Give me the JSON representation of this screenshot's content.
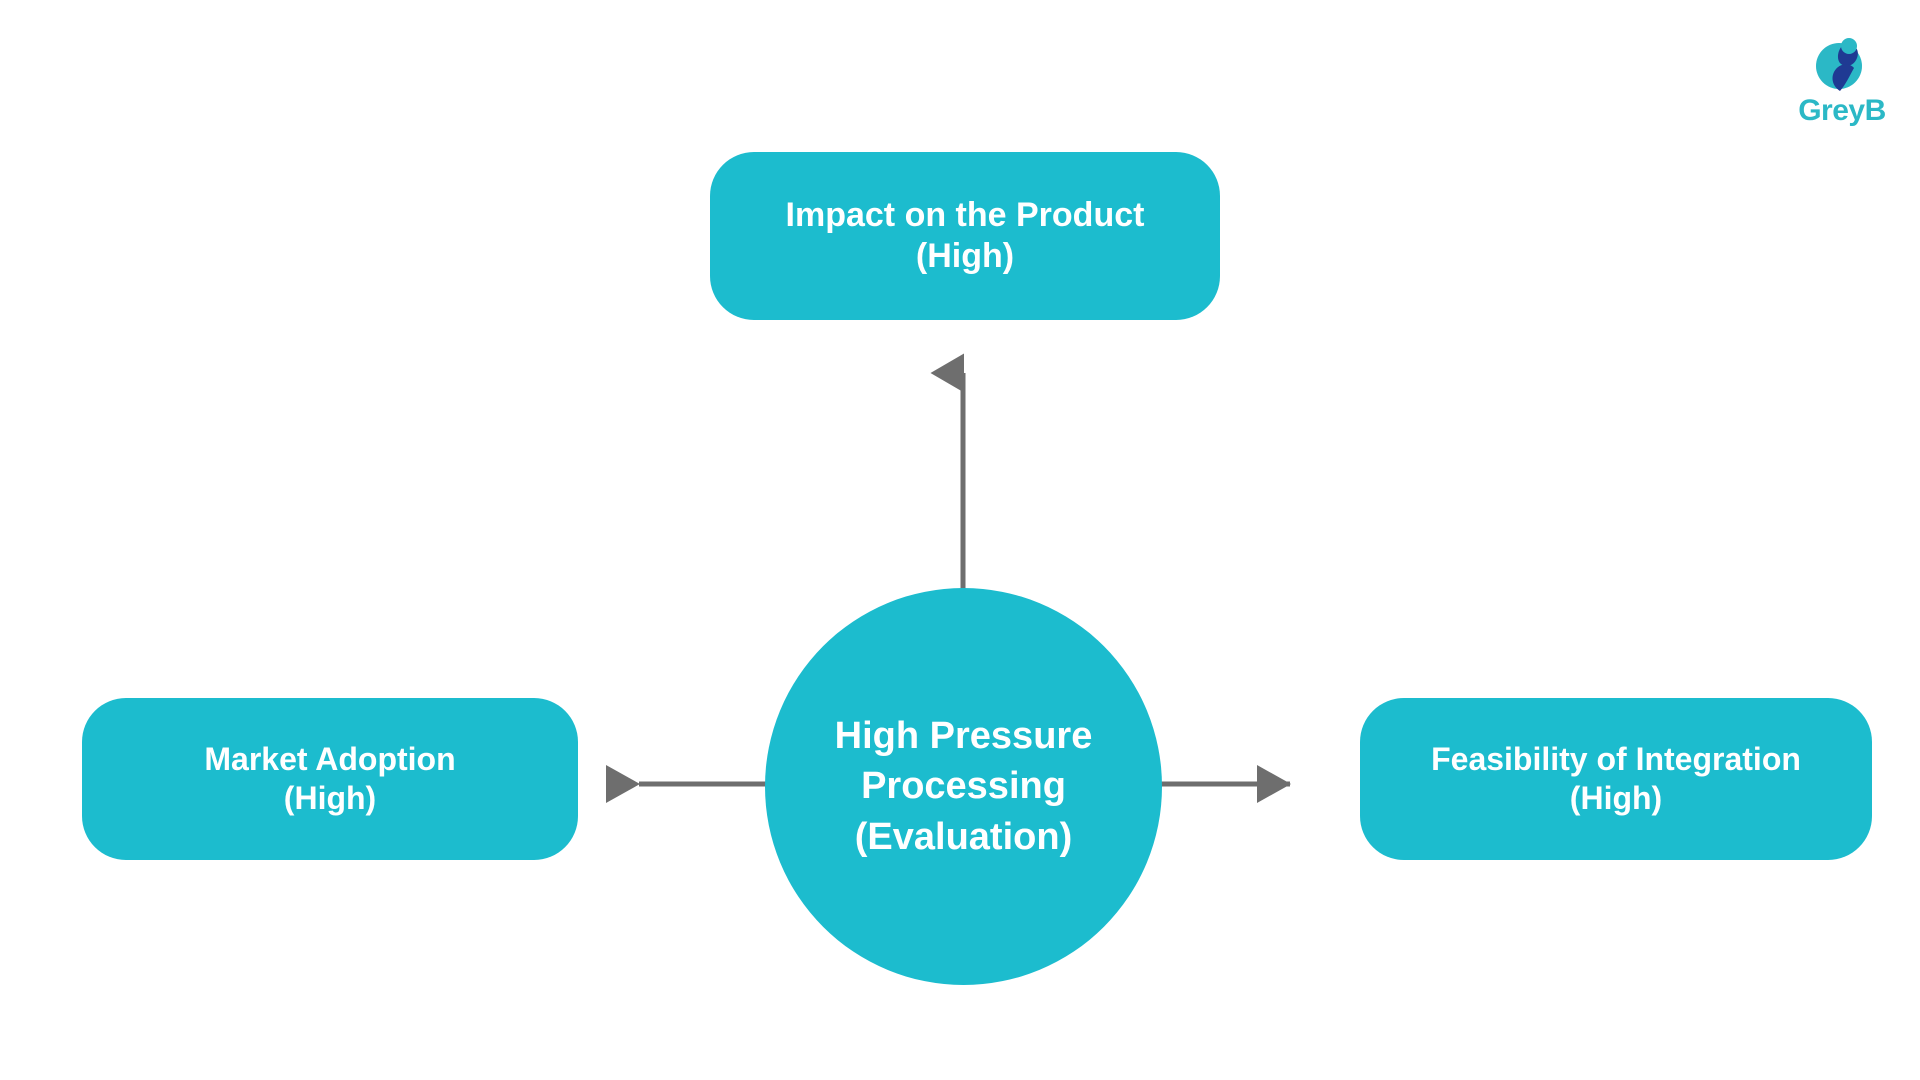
{
  "brand": {
    "name": "GreyB",
    "mark_icon": "greyb-logo-icon",
    "teal": "#2bb8c6",
    "navy": "#1f3a93"
  },
  "theme": {
    "background": "#ffffff",
    "node_fill": "#1cbcce",
    "node_text": "#ffffff",
    "connector": "#6e6e6e"
  },
  "diagram": {
    "type": "hub-and-spoke",
    "center": {
      "id": "high-pressure-processing",
      "label": "High Pressure\nProcessing\n(Evaluation)",
      "title": "High Pressure Processing",
      "qualifier": "(Evaluation)",
      "shape": "circle"
    },
    "nodes": [
      {
        "id": "impact-on-the-product",
        "position": "top",
        "label": "Impact on the Product\n(High)",
        "title": "Impact on the Product",
        "rating": "(High)",
        "shape": "rounded-rect"
      },
      {
        "id": "market-adoption",
        "position": "left",
        "label": "Market Adoption\n(High)",
        "title": "Market Adoption",
        "rating": "(High)",
        "shape": "rounded-rect"
      },
      {
        "id": "feasibility-of-integration",
        "position": "right",
        "label": "Feasibility of Integration\n(High)",
        "title": "Feasibility of Integration",
        "rating": "(High)",
        "shape": "rounded-rect"
      }
    ],
    "connectors": [
      {
        "id": "center-to-top",
        "from": "high-pressure-processing",
        "to": "impact-on-the-product",
        "direction": "up",
        "style": "single-arrow"
      },
      {
        "id": "center-to-left",
        "from": "high-pressure-processing",
        "to": "market-adoption",
        "direction": "left",
        "style": "single-arrow"
      },
      {
        "id": "center-to-right",
        "from": "high-pressure-processing",
        "to": "feasibility-of-integration",
        "direction": "right",
        "style": "single-arrow"
      }
    ]
  }
}
